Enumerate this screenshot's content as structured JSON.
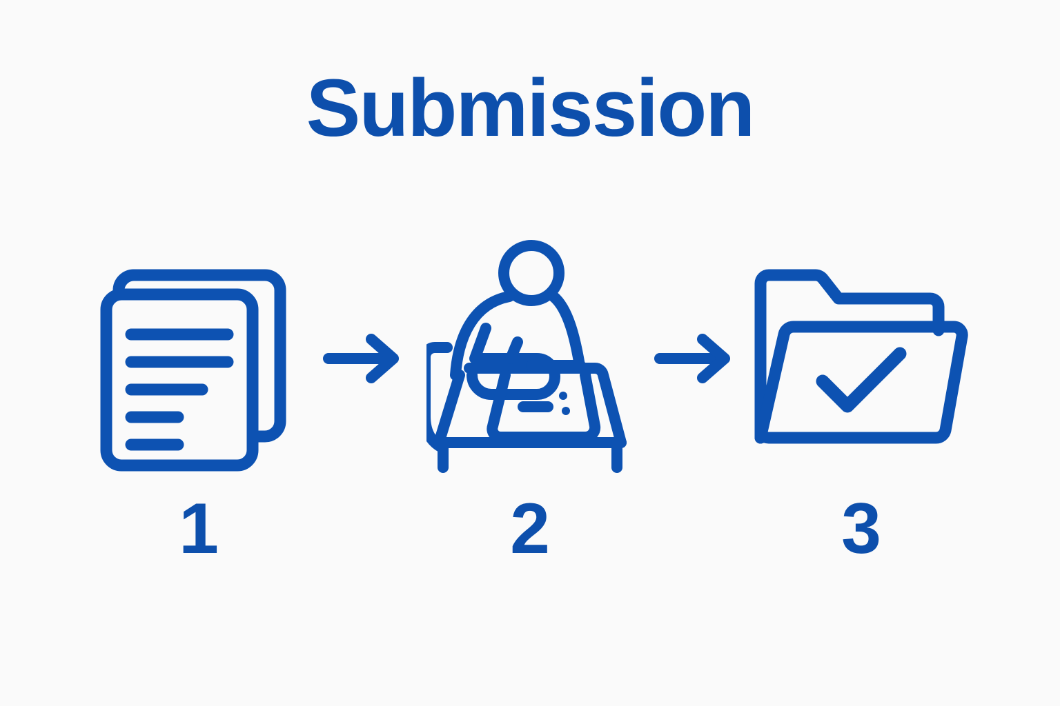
{
  "page": {
    "background_color": "#fafafa",
    "accent_color": "#0d52b2",
    "title_color": "#0d4fac"
  },
  "header": {
    "title": "Submission"
  },
  "flow": {
    "steps": [
      {
        "number": "1",
        "icon": "documents-stack-icon",
        "icon_label": "stacked documents",
        "document_lines": [
          155,
          155,
          115,
          75,
          75
        ]
      },
      {
        "number": "2",
        "icon": "person-at-desk-writing-icon",
        "icon_label": "person seated at desk filling out form"
      },
      {
        "number": "3",
        "icon": "folder-check-icon",
        "icon_label": "open folder with checkmark"
      }
    ],
    "connectors": [
      {
        "icon": "arrow-right-icon"
      },
      {
        "icon": "arrow-right-icon"
      }
    ]
  }
}
